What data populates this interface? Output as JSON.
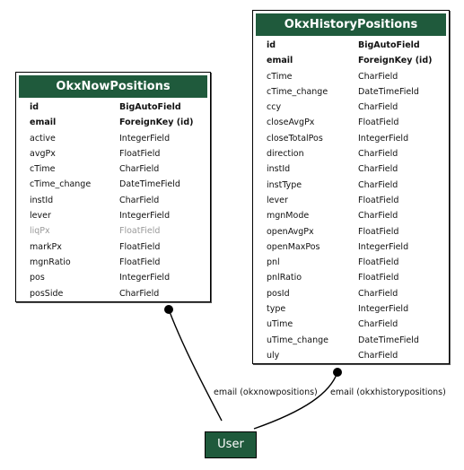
{
  "models": [
    {
      "id": "now",
      "title": "OkxNowPositions",
      "fields": [
        {
          "name": "id",
          "type": "BigAutoField",
          "style": "pk"
        },
        {
          "name": "email",
          "type": "ForeignKey (id)",
          "style": "fk"
        },
        {
          "name": "active",
          "type": "IntegerField",
          "style": ""
        },
        {
          "name": "avgPx",
          "type": "FloatField",
          "style": ""
        },
        {
          "name": "cTime",
          "type": "CharField",
          "style": ""
        },
        {
          "name": "cTime_change",
          "type": "DateTimeField",
          "style": ""
        },
        {
          "name": "instId",
          "type": "CharField",
          "style": ""
        },
        {
          "name": "lever",
          "type": "IntegerField",
          "style": ""
        },
        {
          "name": "liqPx",
          "type": "FloatField",
          "style": "muted"
        },
        {
          "name": "markPx",
          "type": "FloatField",
          "style": ""
        },
        {
          "name": "mgnRatio",
          "type": "FloatField",
          "style": ""
        },
        {
          "name": "pos",
          "type": "IntegerField",
          "style": ""
        },
        {
          "name": "posSide",
          "type": "CharField",
          "style": ""
        }
      ]
    },
    {
      "id": "hist",
      "title": "OkxHistoryPositions",
      "fields": [
        {
          "name": "id",
          "type": "BigAutoField",
          "style": "pk"
        },
        {
          "name": "email",
          "type": "ForeignKey (id)",
          "style": "fk"
        },
        {
          "name": "cTime",
          "type": "CharField",
          "style": ""
        },
        {
          "name": "cTime_change",
          "type": "DateTimeField",
          "style": ""
        },
        {
          "name": "ccy",
          "type": "CharField",
          "style": ""
        },
        {
          "name": "closeAvgPx",
          "type": "FloatField",
          "style": ""
        },
        {
          "name": "closeTotalPos",
          "type": "IntegerField",
          "style": ""
        },
        {
          "name": "direction",
          "type": "CharField",
          "style": ""
        },
        {
          "name": "instId",
          "type": "CharField",
          "style": ""
        },
        {
          "name": "instType",
          "type": "CharField",
          "style": ""
        },
        {
          "name": "lever",
          "type": "FloatField",
          "style": ""
        },
        {
          "name": "mgnMode",
          "type": "CharField",
          "style": ""
        },
        {
          "name": "openAvgPx",
          "type": "FloatField",
          "style": ""
        },
        {
          "name": "openMaxPos",
          "type": "IntegerField",
          "style": ""
        },
        {
          "name": "pnl",
          "type": "FloatField",
          "style": ""
        },
        {
          "name": "pnlRatio",
          "type": "FloatField",
          "style": ""
        },
        {
          "name": "posId",
          "type": "CharField",
          "style": ""
        },
        {
          "name": "type",
          "type": "IntegerField",
          "style": ""
        },
        {
          "name": "uTime",
          "type": "CharField",
          "style": ""
        },
        {
          "name": "uTime_change",
          "type": "DateTimeField",
          "style": ""
        },
        {
          "name": "uly",
          "type": "CharField",
          "style": ""
        }
      ]
    }
  ],
  "user_node": {
    "label": "User"
  },
  "edges": [
    {
      "label": "email (okxnowpositions)"
    },
    {
      "label": "email (okxhistorypositions)"
    }
  ],
  "colors": {
    "header_fill": "#1f5a3c",
    "header_text": "#ffffff",
    "edge": "#000000",
    "muted_text": "#9a9a9a"
  }
}
